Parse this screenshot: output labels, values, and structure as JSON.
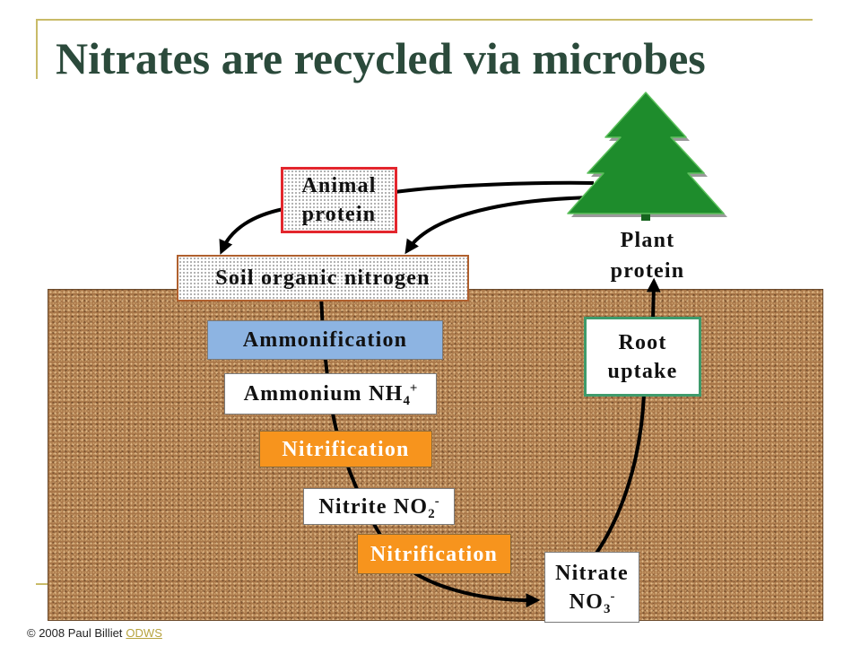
{
  "slide": {
    "title": "Nitrates are recycled via microbes"
  },
  "diagram": {
    "plant_icon": "pine-tree",
    "plant_protein": [
      "Plant",
      "protein"
    ],
    "animal_protein": [
      "Animal",
      "protein"
    ],
    "soil_organic_nitrogen": "Soil organic nitrogen",
    "ammonification": "Ammonification",
    "ammonium": {
      "text": "Ammonium NH",
      "sub": "4",
      "sup": "+"
    },
    "nitrification_1": "Nitrification",
    "nitrite": {
      "text": "Nitrite NO",
      "sub": "2",
      "sup": "-"
    },
    "nitrification_2": "Nitrification",
    "nitrate": {
      "name": "Nitrate",
      "text": "NO",
      "sub": "3",
      "sup": "-"
    },
    "root_uptake": [
      "Root",
      "uptake"
    ]
  },
  "footer": {
    "copyright": "© 2008 Paul Billiet",
    "link": "ODWS"
  },
  "colors": {
    "title": "#2B4A3B",
    "frame_gold": "#C9BB68",
    "soil": "#A97749",
    "tree": "#1E8C2C",
    "animal_border": "#E3262D",
    "soil_nitrogen_border": "#B0602E",
    "ammonification_fill": "#8DB4E2",
    "nitrification_fill": "#F7941D",
    "root_border": "#3E9B6C",
    "link": "#B7A33F"
  }
}
